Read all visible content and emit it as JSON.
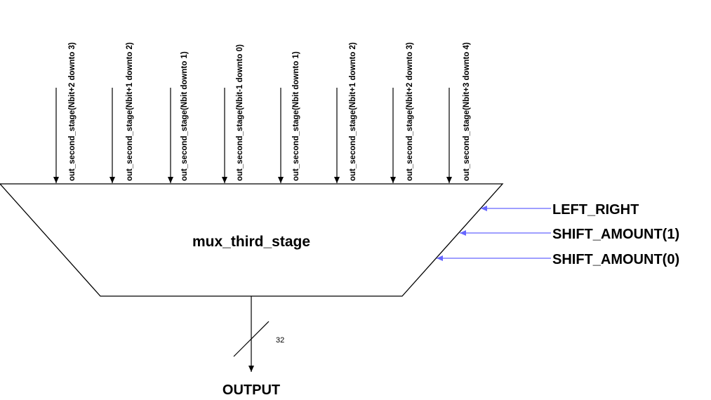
{
  "block": {
    "title": "mux_third_stage"
  },
  "inputs": [
    "out_second_stage(Nbit+2 downto 3)",
    "out_second_stage(Nbit+1 downto 2)",
    "out_second_stage(Nbit downto 1)",
    "out_second_stage(Nbit-1 downto 0)",
    "out_second_stage(Nbit downto 1)",
    "out_second_stage(Nbit+1 downto 2)",
    "out_second_stage(Nbit+2 downto 3)",
    "out_second_stage(Nbit+3 downto 4)"
  ],
  "controls": {
    "left_right": "LEFT_RIGHT",
    "shift_amount_1": "SHIFT_AMOUNT(1)",
    "shift_amount_0": "SHIFT_AMOUNT(0)"
  },
  "output": {
    "label": "OUTPUT",
    "bus_width": "32"
  },
  "colors": {
    "control_arrow": "#6666ff",
    "line": "#000000"
  }
}
